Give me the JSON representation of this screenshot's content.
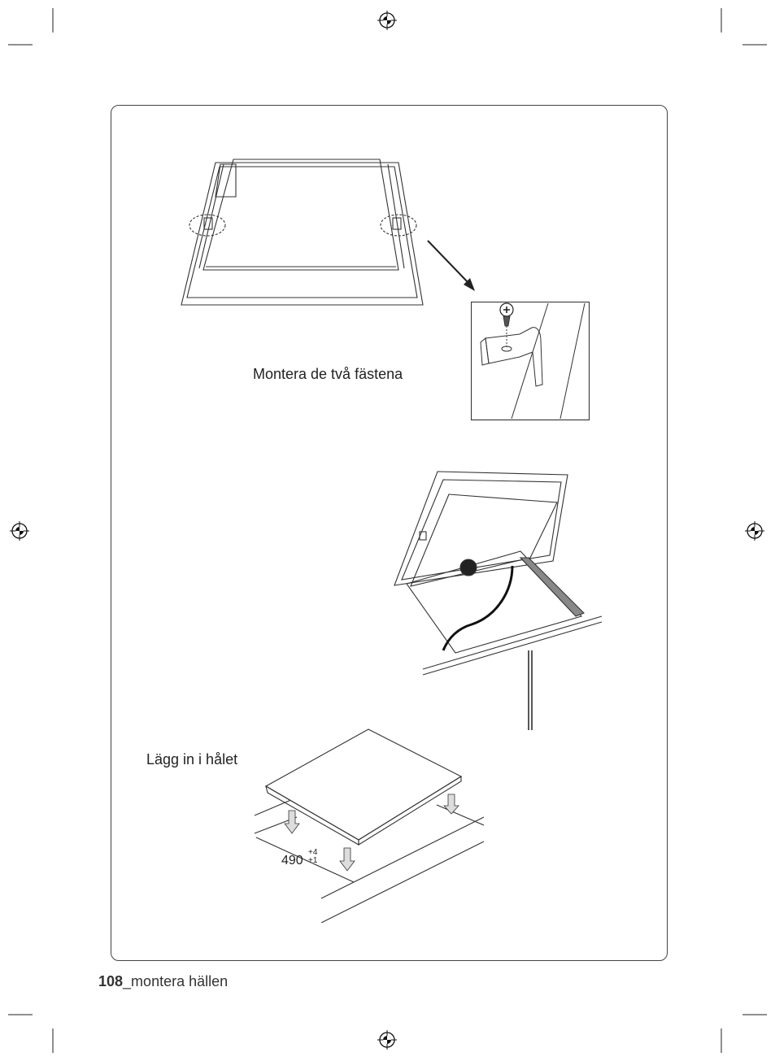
{
  "steps": [
    {
      "caption": "Montera de två fästena",
      "detail": "bracket-screw-detail"
    },
    {
      "caption": "",
      "detail": "cable-routing"
    },
    {
      "caption": "Lägg in i hålet",
      "detail": "insert-into-cutout"
    }
  ],
  "dimension": {
    "value": "490",
    "tolerance_upper": "+4",
    "tolerance_lower": "+1"
  },
  "footer": {
    "page_number": "108",
    "section": "_montera hällen"
  },
  "icons": [
    "registration-mark-icon",
    "screw-icon",
    "arrow-down-icon"
  ]
}
